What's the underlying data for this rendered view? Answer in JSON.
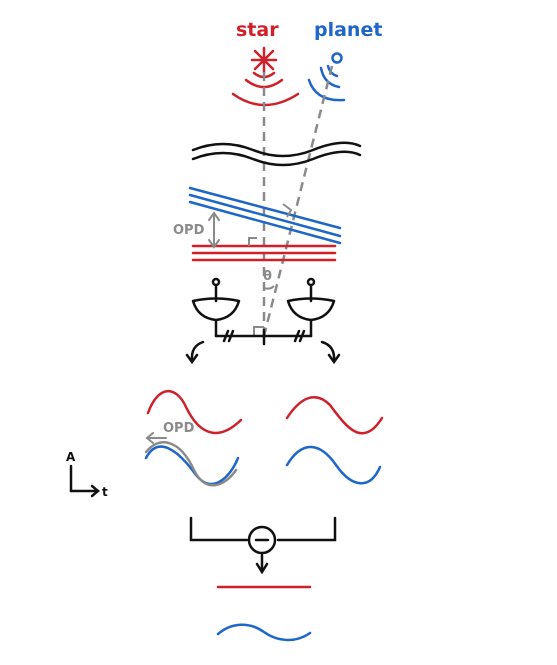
{
  "labels": {
    "star": "star",
    "planet": "planet",
    "opd_main": "OPD",
    "opd_wave": "OPD",
    "theta": "θ",
    "amplitude_axis": "A",
    "time_axis": "t"
  },
  "colors": {
    "star": "#d0202a",
    "planet": "#1f66c9",
    "guide": "#8a8a8a",
    "ink": "#111111"
  },
  "icons": {
    "star_source": "star-burst-icon",
    "planet_source": "planet-circle-icon",
    "telescope": "dish-antenna-icon",
    "subtractor": "minus-circle-icon"
  }
}
